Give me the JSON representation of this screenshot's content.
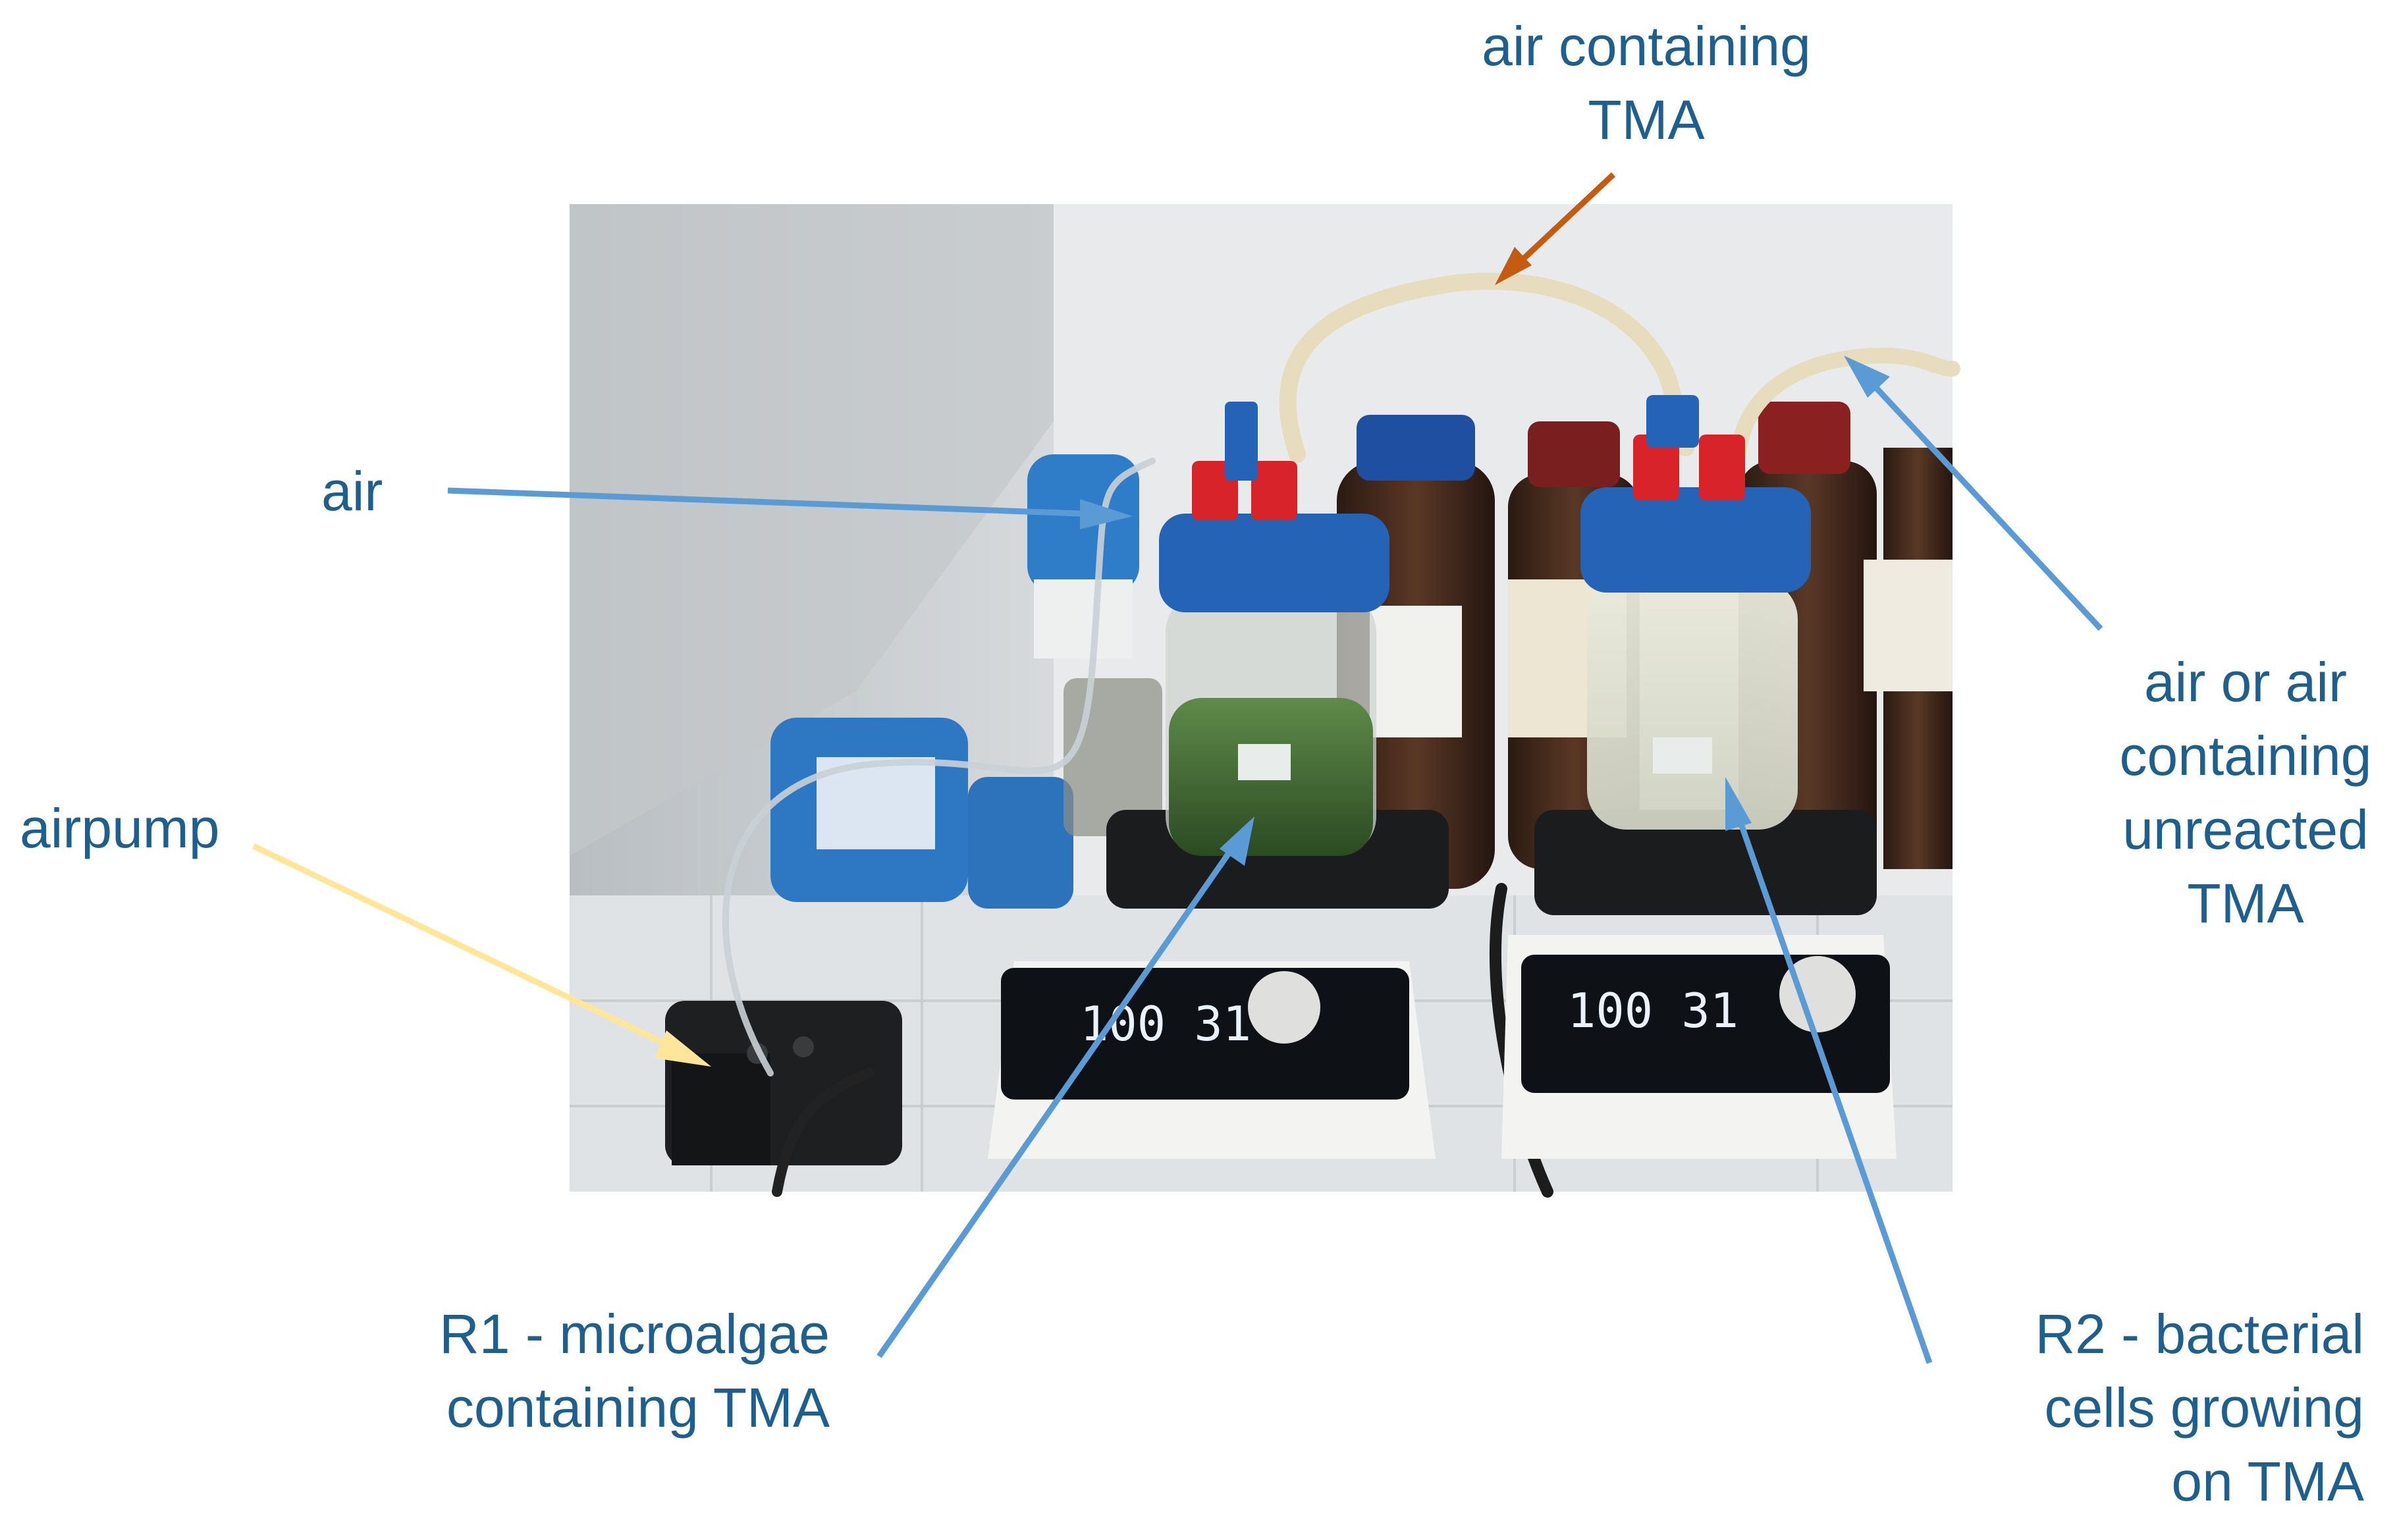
{
  "labels": {
    "air_top": [
      "air containing",
      "TMA"
    ],
    "air_left": "air",
    "airpump": "airpump",
    "air_right": [
      "air or air",
      "containing",
      "unreacted",
      "TMA"
    ],
    "r1": [
      "R1 - microalgae",
      "containing TMA"
    ],
    "r2": [
      "R2 - bacterial",
      "cells growing",
      "on TMA"
    ]
  },
  "arrow_colors": {
    "blue": "#5b9bd5",
    "orange": "#c55a11",
    "yellow": "#ffe699"
  },
  "label_color": "#1f5f8e"
}
